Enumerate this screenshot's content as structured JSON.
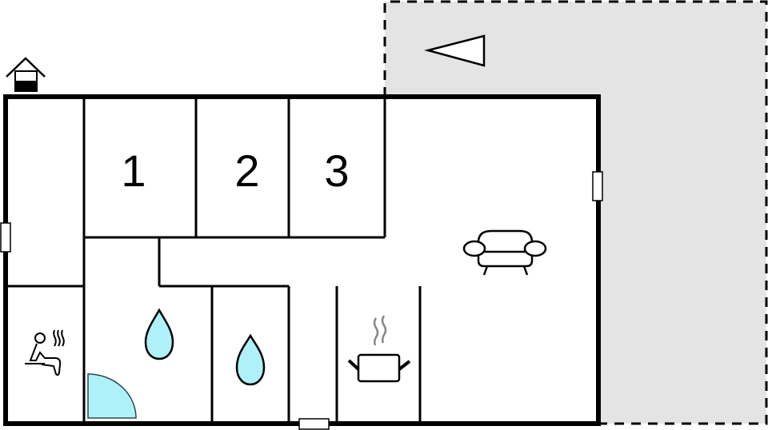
{
  "floorplan": {
    "type": "floor plan",
    "colors": {
      "wall": "#000000",
      "terrace_fill": "#e4e4e4",
      "water": "#aef1f9",
      "background": "#ffffff",
      "steam": "#888888"
    },
    "rooms": [
      {
        "id": "bedroom-1",
        "label": "1"
      },
      {
        "id": "bedroom-2",
        "label": "2"
      },
      {
        "id": "bedroom-3",
        "label": "3"
      },
      {
        "id": "living-room",
        "icon": "sofa-icon"
      },
      {
        "id": "kitchen",
        "icon": "cooking-pot-icon"
      },
      {
        "id": "bathroom-1",
        "icon": "water-drop-icon",
        "extra": "shower-quarter-circle"
      },
      {
        "id": "bathroom-2",
        "icon": "water-drop-icon"
      },
      {
        "id": "sauna",
        "icon": "sauna-icon"
      },
      {
        "id": "hallway"
      },
      {
        "id": "storage"
      }
    ],
    "outdoor": {
      "id": "terrace",
      "style": "dashed outline, grey fill",
      "icon": "direction-arrow-icon"
    },
    "entrance_icon": "entrance-house-icon",
    "windows": [
      {
        "wall": "left"
      },
      {
        "wall": "right"
      },
      {
        "wall": "bottom"
      }
    ]
  }
}
